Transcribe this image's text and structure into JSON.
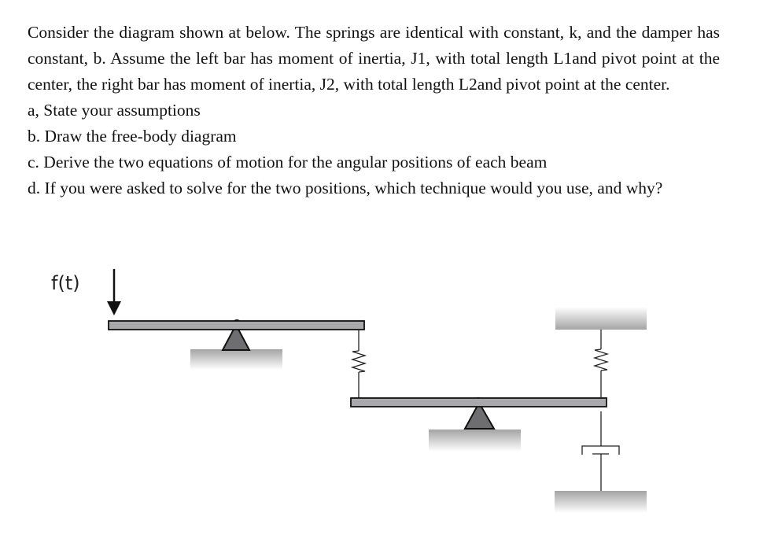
{
  "problem": {
    "intro": "Consider the diagram shown at below. The springs are identical with constant, k, and the damper has constant, b. Assume the left bar has moment of inertia, J1, with total length L1and pivot point at the center, the right bar has moment of inertia, J2, with total length L2and pivot point at the center.",
    "parts": [
      "a, State your assumptions",
      "b. Draw the free-body diagram",
      "c. Derive the two equations of motion for the angular positions of each beam",
      "d. If you were asked to solve for the two positions, which technique would you use, and why?"
    ]
  },
  "diagram": {
    "force_label": "f(t)",
    "colors": {
      "bar_fill": "#a9a9ab",
      "pivot_fill": "#6e6e70",
      "ground_top": "#a4a4a4",
      "line": "#222222"
    },
    "elements": [
      "left-bar",
      "left-pivot",
      "left-ground",
      "spring-between-bars",
      "right-bar",
      "right-pivot",
      "right-ground",
      "top-wall",
      "spring-to-wall",
      "damper",
      "bottom-wall",
      "force-arrow"
    ]
  }
}
